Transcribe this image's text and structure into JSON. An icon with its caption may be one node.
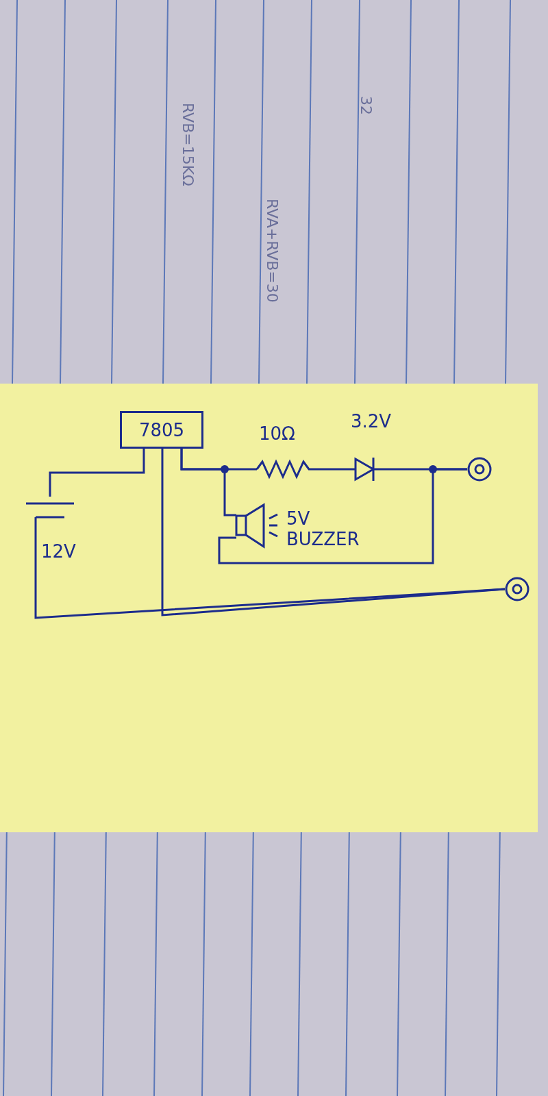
{
  "diagram": {
    "nodes": [
      {
        "text": [],
        "shape": "picture",
        "beside": [
          "12V"
        ]
      },
      {
        "text": [
          "7805"
        ]
      },
      {
        "text": [],
        "shape": "picture",
        "beside": [
          "10Ω"
        ]
      },
      {
        "text": [],
        "shape": "picture",
        "beside": [
          "3.2V"
        ]
      },
      {
        "text": [],
        "shape": "picture",
        "beside": [
          "5V BUZZER"
        ]
      },
      {
        "text": [],
        "shape": "circle"
      },
      {
        "text": [],
        "shape": "circle"
      }
    ],
    "edges": [
      {
        "from": 0,
        "to": 1,
        "arrow": "none"
      },
      {
        "from": 1,
        "to": 2,
        "arrow": "none"
      },
      {
        "from": 2,
        "to": 3,
        "arrow": "none"
      },
      {
        "from": 3,
        "to": 5,
        "arrow": "none"
      },
      {
        "from": 1,
        "to": 4,
        "arrow": "none"
      },
      {
        "from": 4,
        "to": 5,
        "arrow": "none"
      },
      {
        "from": 0,
        "to": 6,
        "arrow": "none"
      },
      {
        "from": 1,
        "to": 6,
        "arrow": "none"
      }
    ],
    "labels": [
      "RVB=15KΩ",
      "RVA+RVB=30",
      "32"
    ]
  }
}
